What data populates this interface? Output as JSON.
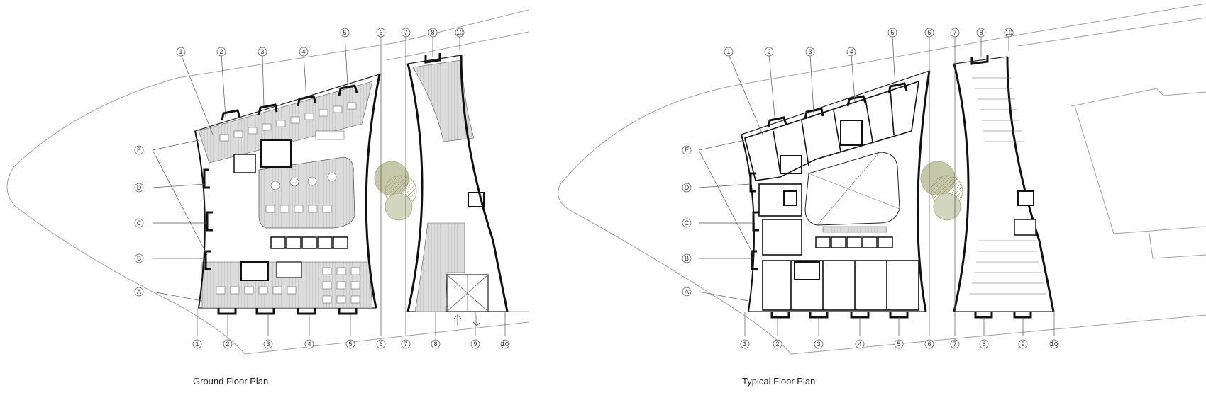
{
  "captions": {
    "ground": "Ground Floor Plan",
    "typical": "Typical Floor Plan"
  },
  "grid": {
    "ground": {
      "top": [
        "1",
        "2",
        "3",
        "4",
        "5",
        "6",
        "7",
        "8",
        "10"
      ],
      "bottom": [
        "1",
        "2",
        "3",
        "4",
        "5",
        "6",
        "7",
        "8",
        "9",
        "10"
      ],
      "rows": [
        "E",
        "D",
        "C",
        "B",
        "A"
      ]
    },
    "typical": {
      "top": [
        "1",
        "2",
        "3",
        "4",
        "5",
        "6",
        "7",
        "8",
        "10"
      ],
      "bottom": [
        "1",
        "2",
        "3",
        "4",
        "5",
        "6",
        "7",
        "8",
        "9",
        "10"
      ],
      "rows": [
        "E",
        "D",
        "C",
        "B",
        "A"
      ]
    }
  },
  "colors": {
    "site_line": "#9a9a9a",
    "wall": "#111111",
    "hatch_fill": "#d6d6d6",
    "tree": "#8f9660"
  }
}
